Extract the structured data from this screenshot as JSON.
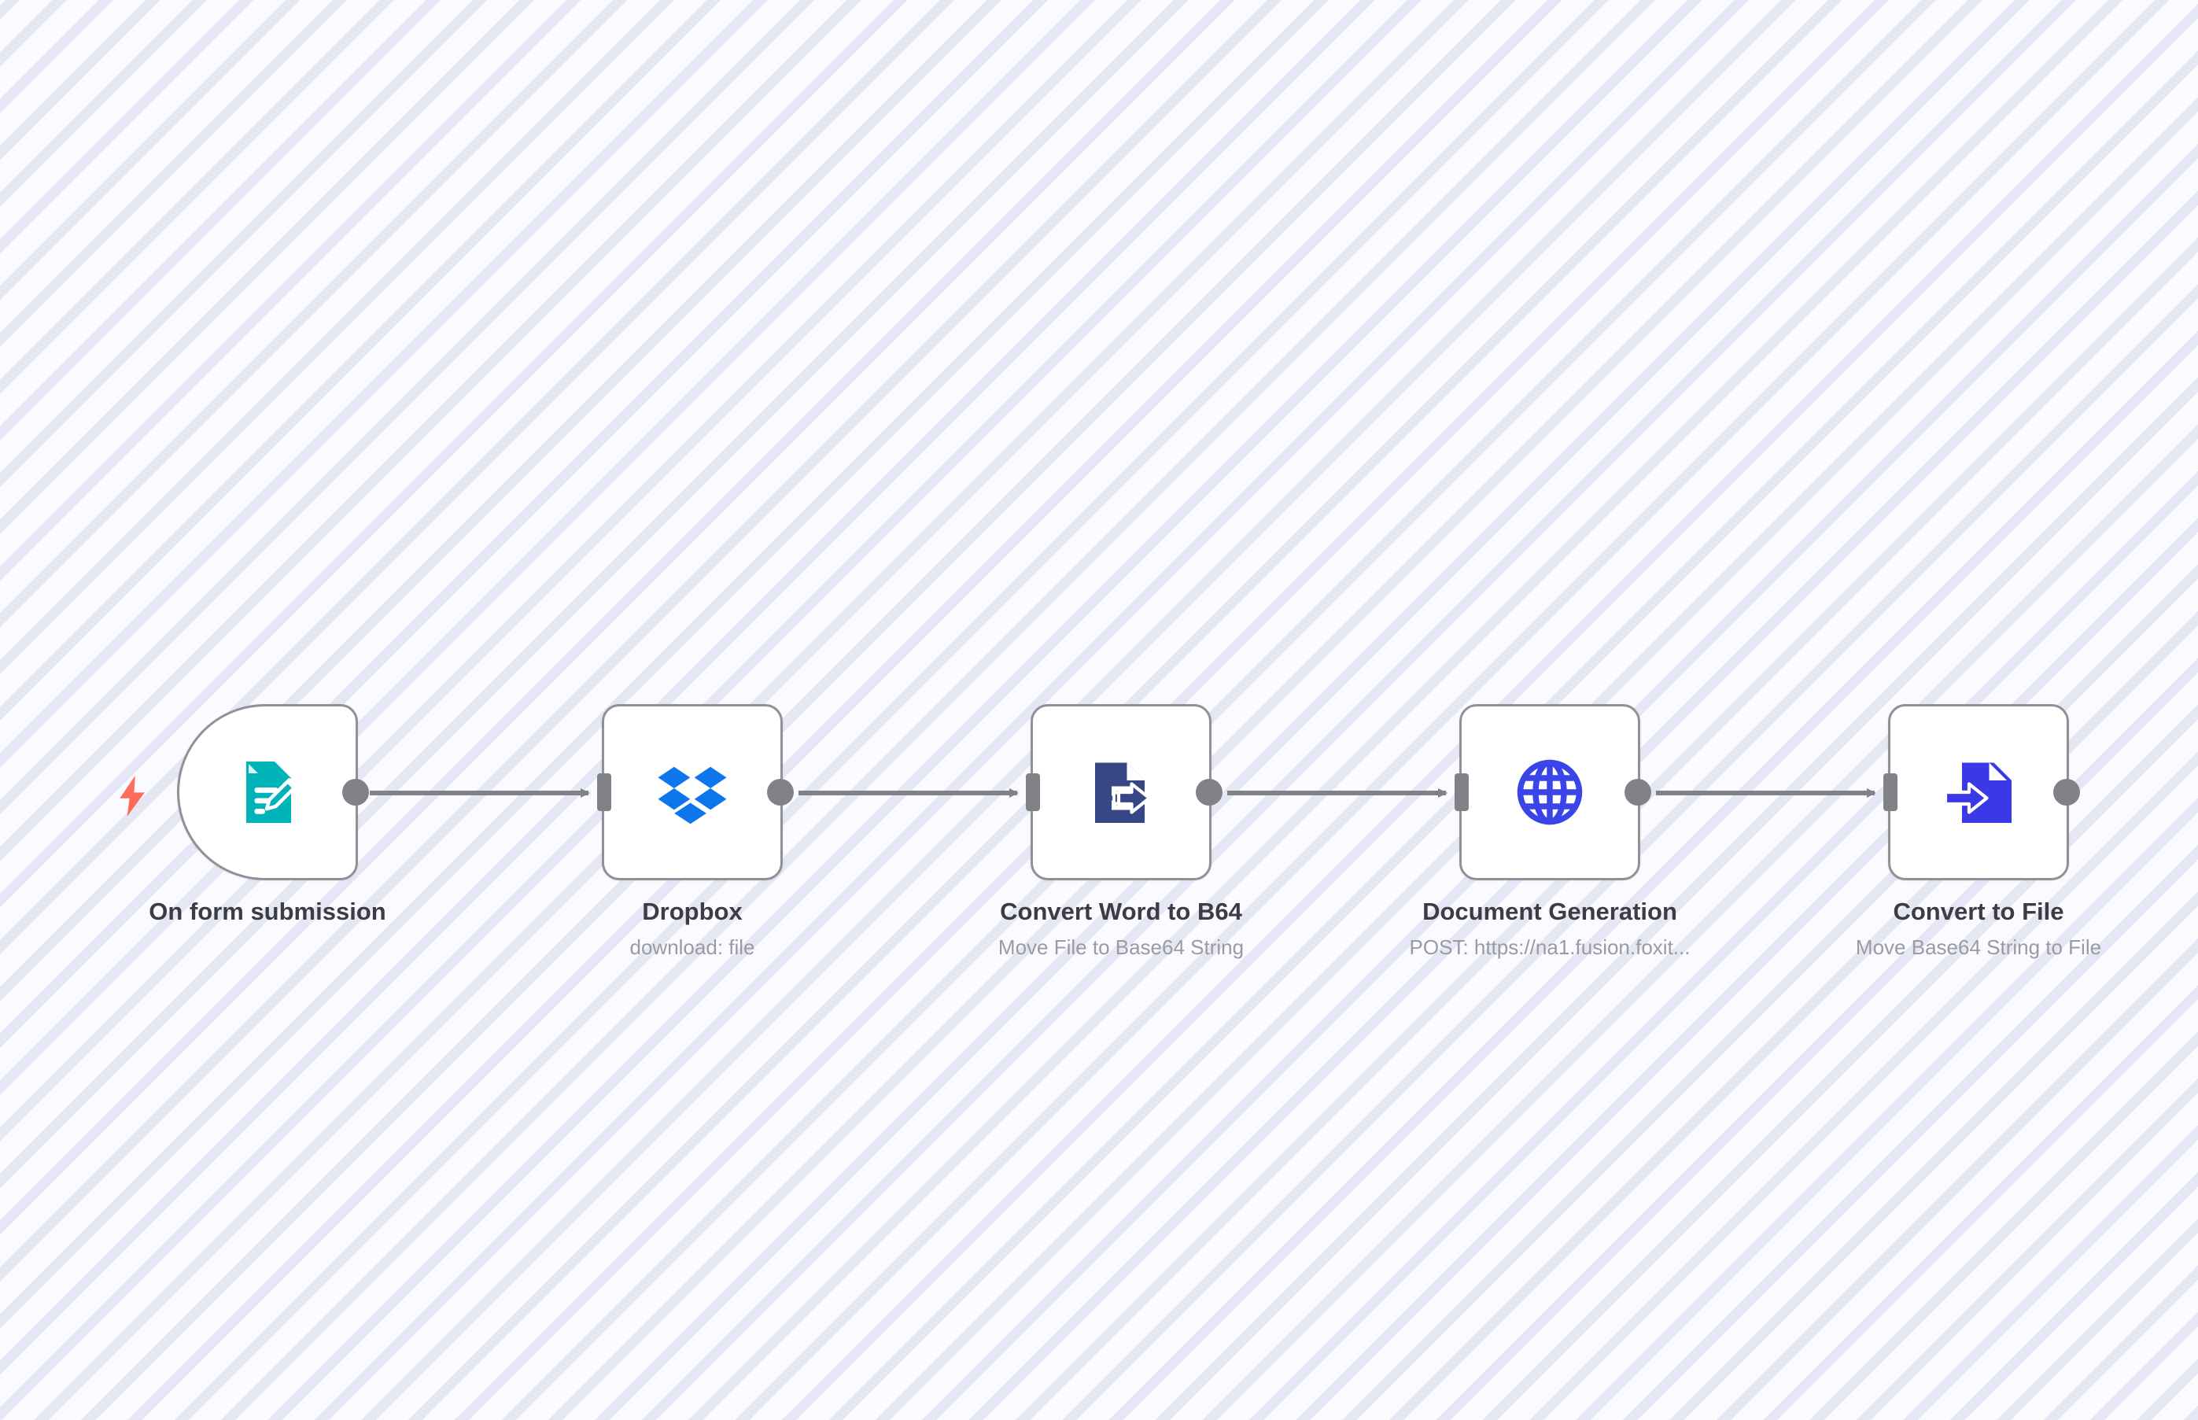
{
  "canvas": {
    "background_base": "#fbfbfe",
    "stripe_color": "#e6e7f5",
    "accent_trigger": "#ff6d5a",
    "connector_color": "#818188",
    "node_border": "#909096",
    "title_color": "#3c3c44",
    "subtitle_color": "#9a9aa2"
  },
  "nodes": [
    {
      "id": "on-form-submission",
      "title": "On form submission",
      "subtitle": "",
      "icon": "form-edit-icon",
      "icon_color": "#00b3b8",
      "type": "trigger",
      "has_input": false,
      "has_output": true
    },
    {
      "id": "dropbox",
      "title": "Dropbox",
      "subtitle": "download: file",
      "icon": "dropbox-icon",
      "icon_color": "#0c76ea",
      "type": "action",
      "has_input": true,
      "has_output": true
    },
    {
      "id": "convert-word-to-b64",
      "title": "Convert Word to B64",
      "subtitle": "Move File to Base64 String",
      "icon": "file-export-icon",
      "icon_color": "#374785",
      "type": "action",
      "has_input": true,
      "has_output": true
    },
    {
      "id": "document-generation",
      "title": "Document Generation",
      "subtitle": "POST: https://na1.fusion.foxit...",
      "icon": "globe-icon",
      "icon_color": "#3b44e8",
      "type": "action",
      "has_input": true,
      "has_output": true
    },
    {
      "id": "convert-to-file",
      "title": "Convert to File",
      "subtitle": "Move Base64 String to File",
      "icon": "file-import-icon",
      "icon_color": "#3b38e8",
      "type": "action",
      "has_input": true,
      "has_output": true
    }
  ],
  "connections": [
    {
      "from": "on-form-submission",
      "to": "dropbox"
    },
    {
      "from": "dropbox",
      "to": "convert-word-to-b64"
    },
    {
      "from": "convert-word-to-b64",
      "to": "document-generation"
    },
    {
      "from": "document-generation",
      "to": "convert-to-file"
    }
  ]
}
